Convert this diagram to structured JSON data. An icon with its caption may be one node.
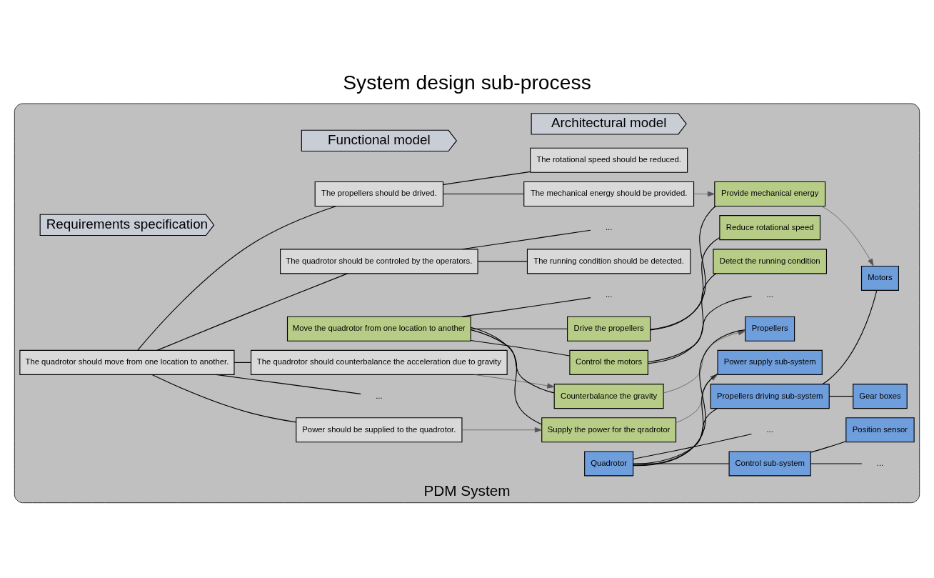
{
  "diagram": {
    "title": "System design sub-process",
    "nodes": [
      {
        "text": [
          "PDM System"
        ]
      },
      {
        "text": [
          "Requirements specification"
        ],
        "in": 0
      },
      {
        "text": [
          "Functional model"
        ],
        "in": 0
      },
      {
        "text": [
          "Architectural model"
        ],
        "in": 0
      },
      {
        "text": [
          "The quadrotor should move from one location to another."
        ],
        "in": 0
      },
      {
        "text": [
          "Power should be supplied to the quadrotor."
        ],
        "in": 0
      },
      {
        "text": [
          "The propellers should be drived."
        ],
        "in": 0
      },
      {
        "text": [
          "The mechanical energy should be provided."
        ],
        "in": 0
      },
      {
        "text": [
          "The rotational speed should be reduced."
        ],
        "in": 0
      },
      {
        "text": [
          "The quadrotor should be controled by the operators."
        ],
        "in": 0
      },
      {
        "text": [
          "The running condition should be detected."
        ],
        "in": 0
      },
      {
        "text": [
          "..."
        ],
        "in": 0
      },
      {
        "text": [
          "The quadrotor should counterbalance the acceleration due to gravity"
        ],
        "in": 0
      },
      {
        "text": [
          "..."
        ],
        "in": 0
      },
      {
        "text": [
          "Move the quadrotor from one location to another"
        ],
        "in": 0
      },
      {
        "text": [
          "Supply the power for the qradrotor"
        ],
        "in": 0
      },
      {
        "text": [
          "Drive the propellers"
        ],
        "in": 0
      },
      {
        "text": [
          "Provide mechanical energy"
        ],
        "in": 0
      },
      {
        "text": [
          "Reduce rotational speed"
        ],
        "in": 0
      },
      {
        "text": [
          "Control the motors"
        ],
        "in": 0
      },
      {
        "text": [
          "Detect the running condition"
        ],
        "in": 0
      },
      {
        "text": [
          "..."
        ],
        "in": 0
      },
      {
        "text": [
          "Counterbalance the gravity"
        ],
        "in": 0
      },
      {
        "text": [
          "..."
        ],
        "in": 0
      },
      {
        "text": [
          "Quadrotor"
        ],
        "in": 0
      },
      {
        "text": [
          "Power supply sub-system"
        ],
        "in": 0
      },
      {
        "text": [
          "Propellers driving sub-system"
        ],
        "in": 0
      },
      {
        "text": [
          "Motors"
        ],
        "in": 0
      },
      {
        "text": [
          "Gear boxes"
        ],
        "in": 0
      },
      {
        "text": [
          "Control sub-system"
        ],
        "in": 0
      },
      {
        "text": [
          "Position sensor"
        ],
        "in": 0
      },
      {
        "text": [
          "..."
        ],
        "in": 0
      },
      {
        "text": [
          "Propellers"
        ],
        "in": 0
      },
      {
        "text": [
          "..."
        ],
        "in": 0
      }
    ],
    "edges": [
      {
        "from": 4,
        "to": 5,
        "arrow": "none"
      },
      {
        "from": 4,
        "to": 6,
        "arrow": "none"
      },
      {
        "from": 6,
        "to": 7,
        "arrow": "none"
      },
      {
        "from": 6,
        "to": 8,
        "arrow": "none"
      },
      {
        "from": 4,
        "to": 9,
        "arrow": "none"
      },
      {
        "from": 9,
        "to": 10,
        "arrow": "none"
      },
      {
        "from": 9,
        "to": 11,
        "arrow": "none"
      },
      {
        "from": 4,
        "to": 12,
        "arrow": "none"
      },
      {
        "from": 4,
        "to": 13,
        "arrow": "none"
      },
      {
        "from": 14,
        "to": 15,
        "arrow": "none"
      },
      {
        "from": 14,
        "to": 16,
        "arrow": "none"
      },
      {
        "from": 16,
        "to": 17,
        "arrow": "none"
      },
      {
        "from": 16,
        "to": 18,
        "arrow": "none"
      },
      {
        "from": 14,
        "to": 19,
        "arrow": "none"
      },
      {
        "from": 19,
        "to": 20,
        "arrow": "none"
      },
      {
        "from": 19,
        "to": 21,
        "arrow": "none"
      },
      {
        "from": 14,
        "to": 22,
        "arrow": "none"
      },
      {
        "from": 14,
        "to": 23,
        "arrow": "none"
      },
      {
        "from": 24,
        "to": 25,
        "arrow": "none"
      },
      {
        "from": 24,
        "to": 26,
        "arrow": "none"
      },
      {
        "from": 26,
        "to": 27,
        "arrow": "none"
      },
      {
        "from": 26,
        "to": 28,
        "arrow": "none"
      },
      {
        "from": 24,
        "to": 29,
        "arrow": "none"
      },
      {
        "from": 29,
        "to": 30,
        "arrow": "none"
      },
      {
        "from": 29,
        "to": 31,
        "arrow": "none"
      },
      {
        "from": 24,
        "to": 32,
        "arrow": "none"
      },
      {
        "from": 24,
        "to": 33,
        "arrow": "none"
      },
      {
        "from": 5,
        "to": 15,
        "arrow": "to",
        "color": "#555555"
      },
      {
        "from": 15,
        "to": 25,
        "arrow": "to",
        "color": "#555555"
      },
      {
        "from": 7,
        "to": 17,
        "arrow": "to",
        "color": "#555555"
      },
      {
        "from": 17,
        "to": 27,
        "arrow": "to",
        "color": "#555555"
      },
      {
        "from": 12,
        "to": 22,
        "arrow": "to",
        "color": "#555555"
      },
      {
        "from": 22,
        "to": 32,
        "arrow": "to",
        "color": "#555555"
      }
    ]
  }
}
